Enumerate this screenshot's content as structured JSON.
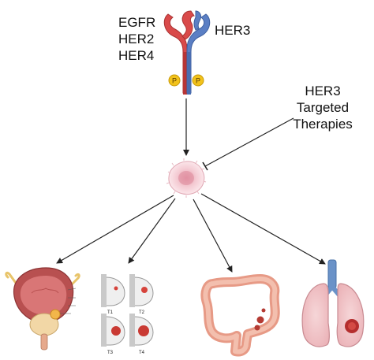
{
  "receptors": {
    "family": [
      "EGFR",
      "HER2",
      "HER4"
    ],
    "partner": "HER3",
    "phospho_label": "P"
  },
  "therapy": {
    "lines": [
      "HER3",
      "Targeted",
      "Therapies"
    ]
  },
  "breast_stages": [
    "T1",
    "T2",
    "T3",
    "T4"
  ],
  "colors": {
    "receptor_red": "#d94a4a",
    "receptor_blue": "#5b7fc4",
    "phospho": "#f2c21b",
    "cell": "#f4cbd3",
    "tissue": "#e79a86",
    "lung_blue": "#6a92c8",
    "arrow": "#222222"
  }
}
